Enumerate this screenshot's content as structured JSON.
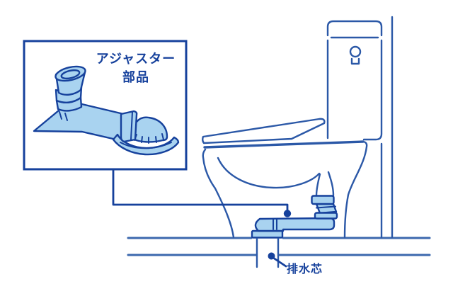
{
  "callout": {
    "label_line1": "アジャスター",
    "label_line2": "部品"
  },
  "labels": {
    "drain_center": "排水芯"
  },
  "colors": {
    "outline": "#2b58a7",
    "dark": "#16419c",
    "fill-light": "#a9d3f0",
    "floor": "#3c68ae"
  }
}
